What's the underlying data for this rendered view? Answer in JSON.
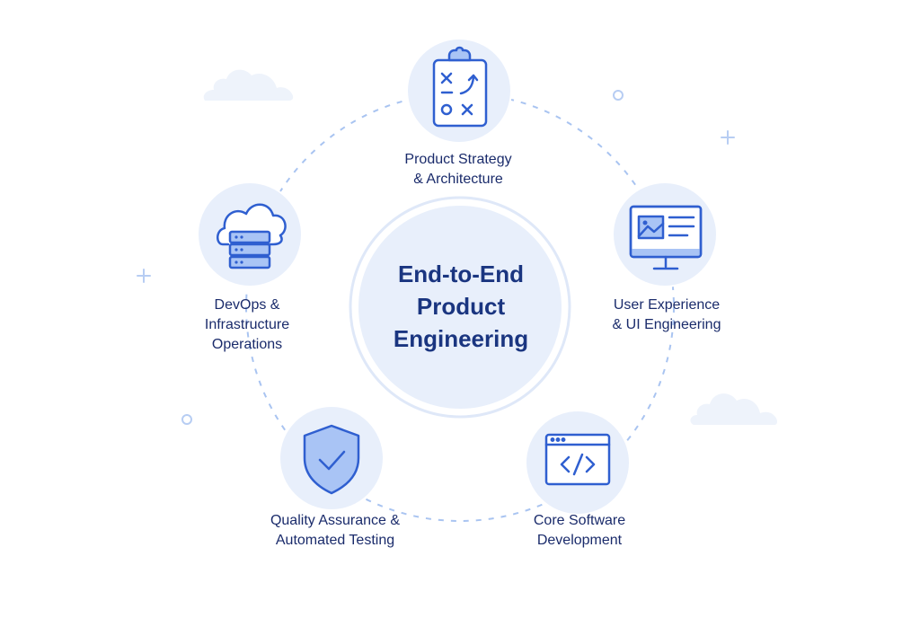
{
  "diagram": {
    "center": {
      "lines": [
        "End-to-End",
        "Product",
        "Engineering"
      ]
    },
    "nodes": [
      {
        "id": "strategy",
        "icon": "clipboard-strategy-icon",
        "lines": [
          "Product Strategy",
          "& Architecture"
        ]
      },
      {
        "id": "ux",
        "icon": "monitor-layout-icon",
        "lines": [
          "User Experience",
          "& UI Engineering"
        ]
      },
      {
        "id": "dev",
        "icon": "code-window-icon",
        "lines": [
          "Core Software",
          "Development"
        ]
      },
      {
        "id": "qa",
        "icon": "shield-check-icon",
        "lines": [
          "Quality Assurance &",
          "Automated Testing"
        ]
      },
      {
        "id": "devops",
        "icon": "cloud-server-icon",
        "lines": [
          "DevOps &",
          "Infrastructure",
          "Operations"
        ]
      }
    ]
  },
  "colors": {
    "node_fill": "#e8effb",
    "icon_stroke": "#2f5fd0",
    "icon_fill": "#a9c4f5",
    "dash": "#9ebcf0",
    "text": "#1a2b6b",
    "center_text": "#1a3580",
    "decor": "#b7cdf3",
    "cloud": "#eef3fb"
  }
}
